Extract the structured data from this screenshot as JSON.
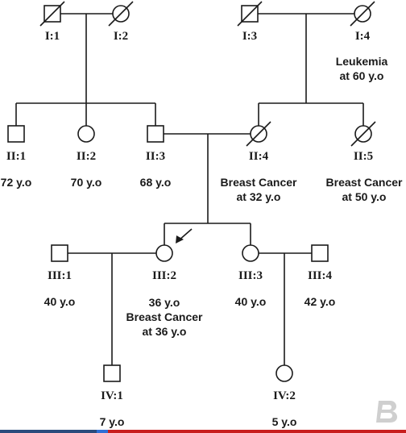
{
  "colors": {
    "line": "#1a1a1a",
    "affected": "#000000",
    "affected_leukemia": "#1f2fe0",
    "unaffected": "#ffffff",
    "bar_left": "#2a4b7c",
    "bar_accent": "#2f6fd6",
    "bar_right": "#c81e1e",
    "logo": "#cfcfcf"
  },
  "individuals": [
    {
      "id": "I:1",
      "label": "I:1",
      "sex": "male",
      "deceased": true,
      "affected": false,
      "age": "",
      "condition": []
    },
    {
      "id": "I:2",
      "label": "I:2",
      "sex": "female",
      "deceased": true,
      "affected": false,
      "age": "",
      "condition": []
    },
    {
      "id": "I:3",
      "label": "I:3",
      "sex": "male",
      "deceased": true,
      "affected": false,
      "age": "",
      "condition": []
    },
    {
      "id": "I:4",
      "label": "I:4",
      "sex": "female",
      "deceased": true,
      "affected": "leukemia",
      "age": "",
      "condition": [
        "Leukemia",
        "at 60 y.o"
      ]
    },
    {
      "id": "II:1",
      "label": "II:1",
      "sex": "male",
      "deceased": false,
      "affected": false,
      "age": "72 y.o",
      "condition": []
    },
    {
      "id": "II:2",
      "label": "II:2",
      "sex": "female",
      "deceased": false,
      "affected": false,
      "age": "70 y.o",
      "condition": []
    },
    {
      "id": "II:3",
      "label": "II:3",
      "sex": "male",
      "deceased": false,
      "affected": false,
      "age": "68 y.o",
      "condition": []
    },
    {
      "id": "II:4",
      "label": "II:4",
      "sex": "female",
      "deceased": true,
      "affected": "cancer",
      "age": "",
      "condition": [
        "Breast Cancer",
        "at 32 y.o"
      ]
    },
    {
      "id": "II:5",
      "label": "II:5",
      "sex": "female",
      "deceased": true,
      "affected": "cancer",
      "age": "",
      "condition": [
        "Breast Cancer",
        "at 50 y.o"
      ]
    },
    {
      "id": "III:1",
      "label": "III:1",
      "sex": "male",
      "deceased": false,
      "affected": false,
      "age": "40 y.o",
      "condition": []
    },
    {
      "id": "III:2",
      "label": "III:2",
      "sex": "female",
      "deceased": false,
      "affected": "cancer",
      "proband": true,
      "age": "36 y.o",
      "condition": [
        "Breast Cancer",
        "at 36 y.o"
      ]
    },
    {
      "id": "III:3",
      "label": "III:3",
      "sex": "female",
      "deceased": false,
      "affected": false,
      "age": "40 y.o",
      "condition": []
    },
    {
      "id": "III:4",
      "label": "III:4",
      "sex": "male",
      "deceased": false,
      "affected": false,
      "age": "42 y.o",
      "condition": []
    },
    {
      "id": "IV:1",
      "label": "IV:1",
      "sex": "male",
      "deceased": false,
      "affected": false,
      "age": "7 y.o",
      "condition": []
    },
    {
      "id": "IV:2",
      "label": "IV:2",
      "sex": "female",
      "deceased": false,
      "affected": false,
      "age": "5 y.o",
      "condition": []
    }
  ],
  "couples": [
    {
      "partners": [
        "I:1",
        "I:2"
      ],
      "children": [
        "II:1",
        "II:2",
        "II:3"
      ]
    },
    {
      "partners": [
        "I:3",
        "I:4"
      ],
      "children": [
        "II:4",
        "II:5"
      ]
    },
    {
      "partners": [
        "II:3",
        "II:4"
      ],
      "children": [
        "III:2",
        "III:3"
      ]
    },
    {
      "partners": [
        "III:1",
        "III:2"
      ],
      "children": [
        "IV:1"
      ]
    },
    {
      "partners": [
        "III:3",
        "III:4"
      ],
      "children": [
        "IV:2"
      ]
    }
  ],
  "logo": {
    "name": "b-logo-icon"
  }
}
